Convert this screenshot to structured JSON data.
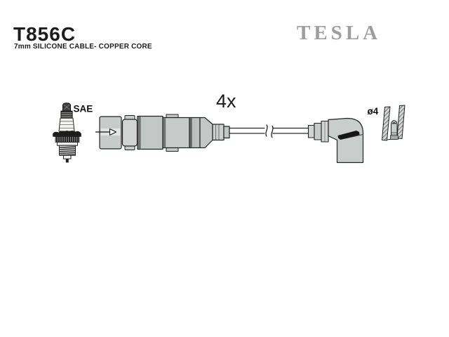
{
  "page": {
    "background_color": "#ffffff"
  },
  "header": {
    "product_code": "T856C",
    "description": "7mm SILICONE CABLE- COPPER CORE",
    "brand": "TESLA",
    "brand_color": "#9d9d9d"
  },
  "diagram": {
    "quantity_label": "4x",
    "spark_plug_standard_label": "SAE",
    "terminal_diameter_label": "ø4",
    "icons": [
      "spark-plug-icon",
      "straight-connector-icon",
      "ignition-cable-line",
      "cable-break-icon",
      "angled-boot-icon",
      "terminal-sleeve-icon"
    ],
    "colors": {
      "outline": "#1c1c1c",
      "fill_light": "#d2d5d4",
      "fill_mid": "#c7cbca",
      "fill_shadow": "#6f7372",
      "slot_dark": "#161616"
    }
  }
}
